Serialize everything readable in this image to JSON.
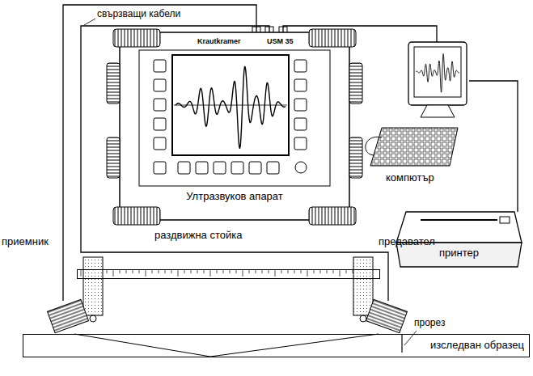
{
  "diagram": {
    "nodes": [
      {
        "text": [
          "Krautkramer",
          "USM 35",
          "Ултразвуков апарат"
        ]
      },
      {
        "text": [
          "компютър"
        ]
      },
      {
        "text": [
          "принтер"
        ]
      },
      {
        "text": [
          "раздвижна стойка"
        ]
      },
      {
        "text": [
          "приемник"
        ]
      },
      {
        "text": [
          "предавател"
        ]
      },
      {
        "text": [
          "изследван образец"
        ]
      }
    ],
    "edges": [
      {
        "from": 0,
        "to": 4,
        "arrow": "none"
      },
      {
        "from": 0,
        "to": 5,
        "arrow": "none"
      },
      {
        "from": 0,
        "to": 1,
        "arrow": "none"
      },
      {
        "from": 1,
        "to": 2,
        "arrow": "none"
      }
    ],
    "labels": [
      "свързващи кабели",
      "прорез"
    ]
  }
}
